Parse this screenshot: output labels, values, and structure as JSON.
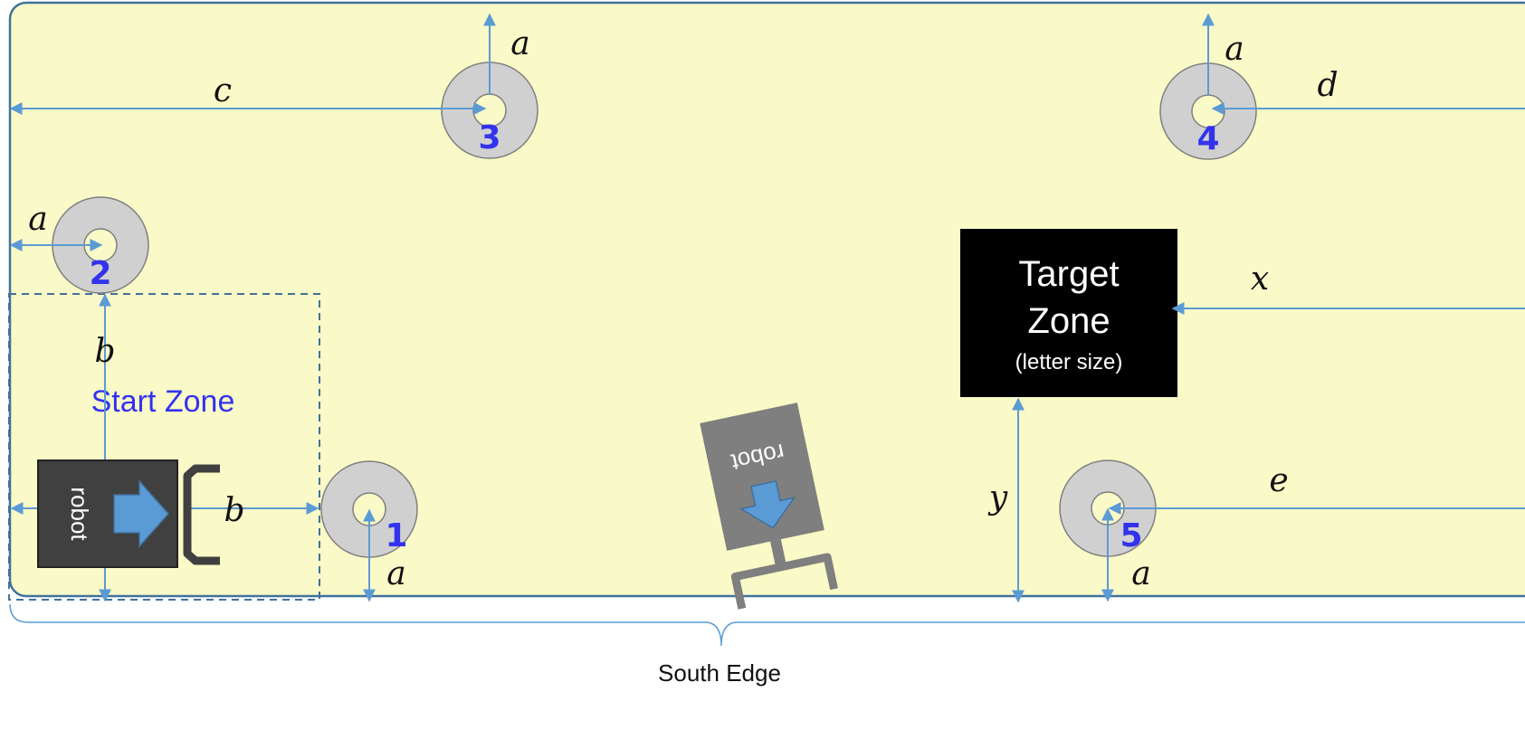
{
  "field": {
    "background": "#fafac8",
    "border": "#41719c",
    "south_edge_label": "South Edge"
  },
  "start_zone": {
    "label": "Start Zone"
  },
  "target_zone": {
    "title_line1": "Target",
    "title_line2": "Zone",
    "subtitle": "(letter size)"
  },
  "robots": [
    {
      "label": "robot",
      "color": "#404040",
      "arrow_color": "#5b9bd5"
    },
    {
      "label": "robot",
      "color": "#7f7f7f",
      "arrow_color": "#5b9bd5"
    }
  ],
  "obstacles": [
    {
      "number": "1"
    },
    {
      "number": "2"
    },
    {
      "number": "3"
    },
    {
      "number": "4"
    },
    {
      "number": "5"
    }
  ],
  "dimension_labels": {
    "a": "a",
    "b": "b",
    "c": "c",
    "d": "d",
    "e": "e",
    "x": "x",
    "y": "y"
  },
  "colors": {
    "dimension_line": "#5b9bd5",
    "obstacle_number": "#3333ee",
    "obstacle_fill": "#d0d0d0"
  }
}
